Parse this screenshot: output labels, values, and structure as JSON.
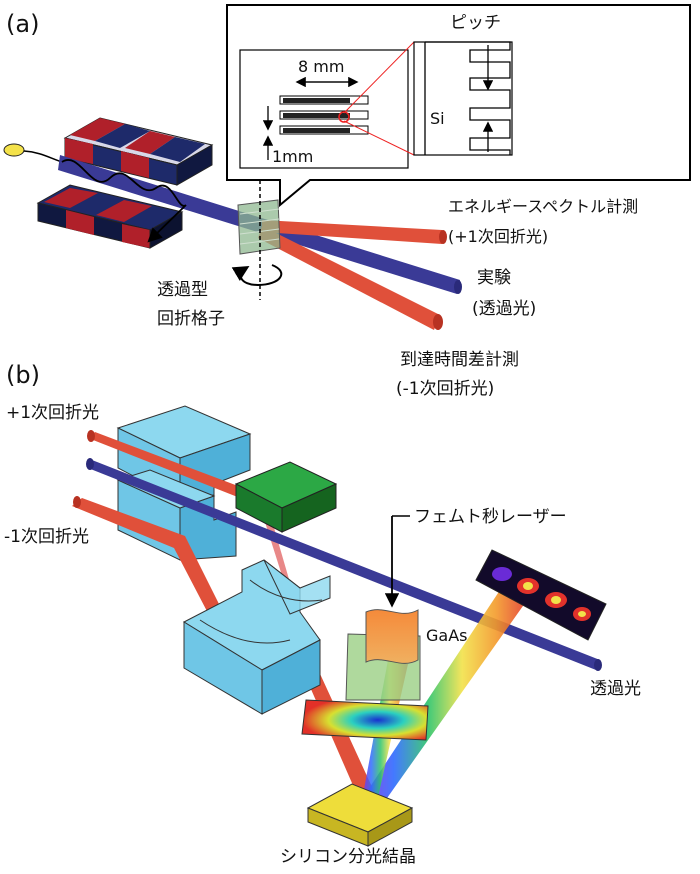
{
  "panel_a": {
    "label": "(a)",
    "inset": {
      "dimension_width": "8 mm",
      "dimension_height": "1mm",
      "material": "Si",
      "pitch": "ピッチ"
    },
    "beams": {
      "energy_spectrum_line1": "エネルギースペクトル計測",
      "energy_spectrum_line2": "(+1次回折光)",
      "experiment_line1": "実験",
      "experiment_line2": "(透過光)",
      "arrival_time_line1": "到達時間差計測",
      "arrival_time_line2": "(-1次回折光)"
    },
    "grating_line1": "透過型",
    "grating_line2": "回折格子"
  },
  "panel_b": {
    "label": "(b)",
    "plus_first_order": "+1次回折光",
    "minus_first_order": "-1次回折光",
    "femtosecond_laser": "フェムト秒レーザー",
    "gaas": "GaAs",
    "transmitted": "透過光",
    "silicon_crystal": "シリコン分光結晶"
  },
  "colors": {
    "red_beam": "#e0503a",
    "blue_beam": "#2e2f8a",
    "block_cyan": "#6fc6e6",
    "mirror_green": "#1f8a32",
    "crystal_yellow": "#e0d22a",
    "magnet_red": "#b0202a",
    "magnet_blue": "#1e2a6a"
  }
}
